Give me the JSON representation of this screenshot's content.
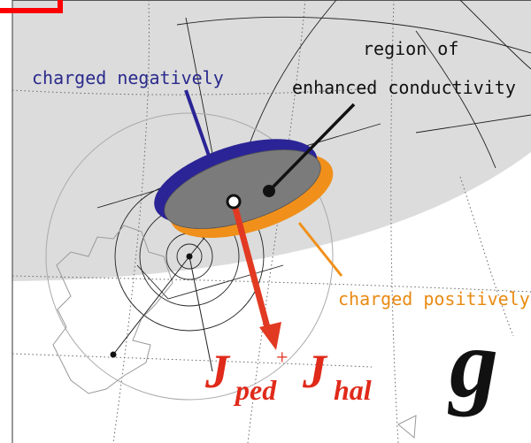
{
  "labels": {
    "negative": "charged negatively",
    "region_line1": "region of",
    "region_line2": "enhanced conductivity",
    "positive": "charged positively",
    "current_ped_main": "J",
    "current_ped_sub": "ped",
    "plus": "+",
    "current_hal_main": "J",
    "current_hal_sub": "hal",
    "panel_letter": "g"
  },
  "colors": {
    "negative_text": "#2a2a8c",
    "negative_fill": "#2b2496",
    "positive_text": "#e98a12",
    "positive_fill": "#f0901a",
    "region_fill": "#7b7b7b",
    "background_region": "#dcdcdc",
    "current_arrow": "#e23a22",
    "current_text": "#e02a1a",
    "frame_marker": "#ff0000"
  }
}
